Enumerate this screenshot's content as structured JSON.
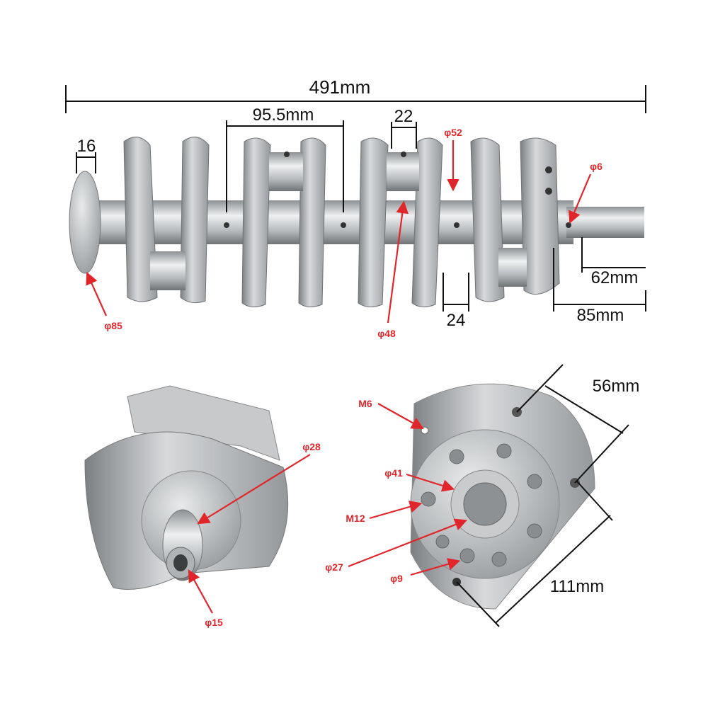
{
  "top_view": {
    "overall_length": "491mm",
    "journal_spacing": "95.5mm",
    "pin_width": "22",
    "flange_width": "16",
    "main_journal_diameter": "φ52",
    "oil_hole_diameter": "φ6",
    "snout_length": "62mm",
    "rear_length": "85mm",
    "journal_width": "24",
    "flange_diameter": "φ85",
    "pin_diameter": "φ48"
  },
  "front_end_view": {
    "bore_outer": "φ28",
    "bore_inner": "φ15"
  },
  "flange_end_view": {
    "thread_small": "M6",
    "hub_diameter": "φ41",
    "thread_bolt": "M12",
    "center_bore": "φ27",
    "hole_diameter": "φ9",
    "hole_spacing": "56mm",
    "flange_diameter": "111mm"
  },
  "colors": {
    "annotation": "#e0252b",
    "dimension": "#111111",
    "metal": "#b9bcbf"
  }
}
